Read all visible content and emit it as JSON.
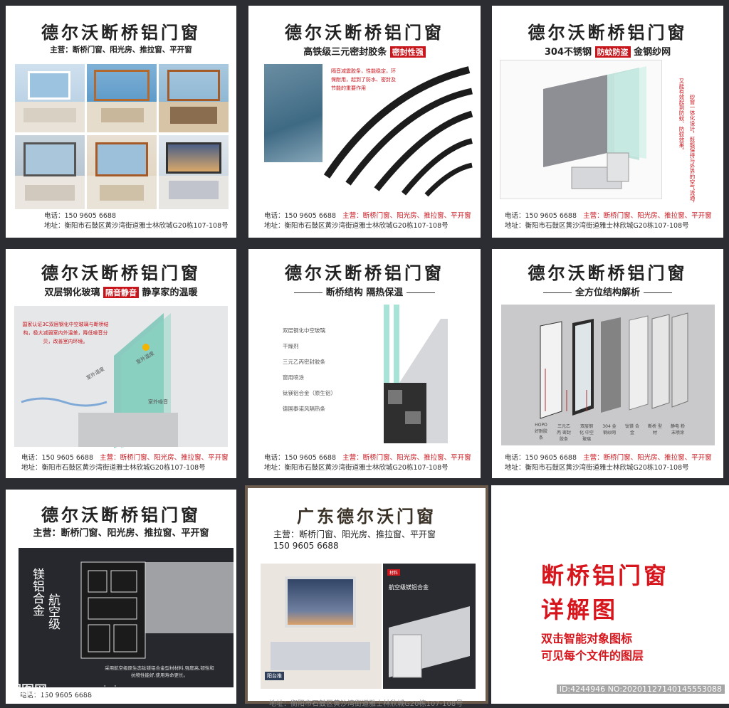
{
  "brand_title": "德尔沃断桥铝门窗",
  "main_business": "主营：断桥门窗、阳光房、推拉窗、平开窗",
  "phone": "电话：150 9605 6688",
  "address": "地址：衡阳市石鼓区黄沙湾街道雅士林欣城G20栋107-108号",
  "card2": {
    "subtitle": "高铁级三元密封胶条",
    "tag": "密封性强",
    "note": "隔音减震胶条，性能稳定，环保耐用，起到了防水、密封及节能的重要作用"
  },
  "card3": {
    "sub_left": "304不锈钢",
    "tag": "防蚊防盗",
    "sub_right": "金钢纱网",
    "vnote1": "纱窗一体化设计，既能保持与外界的空气流通，",
    "vnote2": "又能有效起到防蚊、防蚊效果。"
  },
  "card4": {
    "sub_left": "双层钢化玻璃",
    "tag": "隔音静音",
    "sub_right": "静享家的温暖",
    "note": "国家认证3C双层钢化中空玻璃与断桥结构，极大减弱室内外温差，降低噪音分贝，改善室内环境。",
    "lbl1": "室外温度",
    "lbl2": "室外温度",
    "lbl3": "室外噪音"
  },
  "card5": {
    "subtitle": "断桥结构 隔热保温",
    "labels": [
      "双层钢化中空玻璃",
      "干燥剂",
      "三元乙丙密封胶条",
      "窗用喷涂",
      "钛镁铝合金（原生铝）",
      "德国泰诺风隔热条"
    ]
  },
  "card6": {
    "subtitle": "全方位结构解析",
    "labels": [
      "HOPO 好耐胶条",
      "三元乙丙 密封胶条",
      "双层钢化 中空玻璃",
      "304 金钢纱网",
      "钛镁 合金",
      "断桥 型材",
      "静电 粉末喷涂"
    ]
  },
  "card7": {
    "vt1": "镁铝合金",
    "vt2": "航空级",
    "note": "采用航空级原生态钛镁铝合金型材材料,强度高,韧性和抗物性能好,使用寿命更长。"
  },
  "card8": {
    "title": "广东德尔沃门窗",
    "main_business": "主营：断桥门窗、阳光房、推拉窗、平开窗",
    "phone": "150 9605 6688",
    "badge": "材料",
    "label": "航空级镁铝合金",
    "room_tag": "阳台推",
    "address_partial": "地址：衡阳市石鼓区黄沙湾街道雅士林欣城G20栋107-108号"
  },
  "promo": {
    "line1": "断桥铝门窗",
    "line2": "详解图",
    "line3": "双击智能对象图标",
    "line4": "可见每个文件的图层"
  },
  "watermark": {
    "logo": "昵图网",
    "url": "www.nipic.com",
    "id": "ID:4244946 NO:20201127140145553088"
  },
  "colors": {
    "accent": "#c8161d",
    "dark": "#2b2d33"
  }
}
